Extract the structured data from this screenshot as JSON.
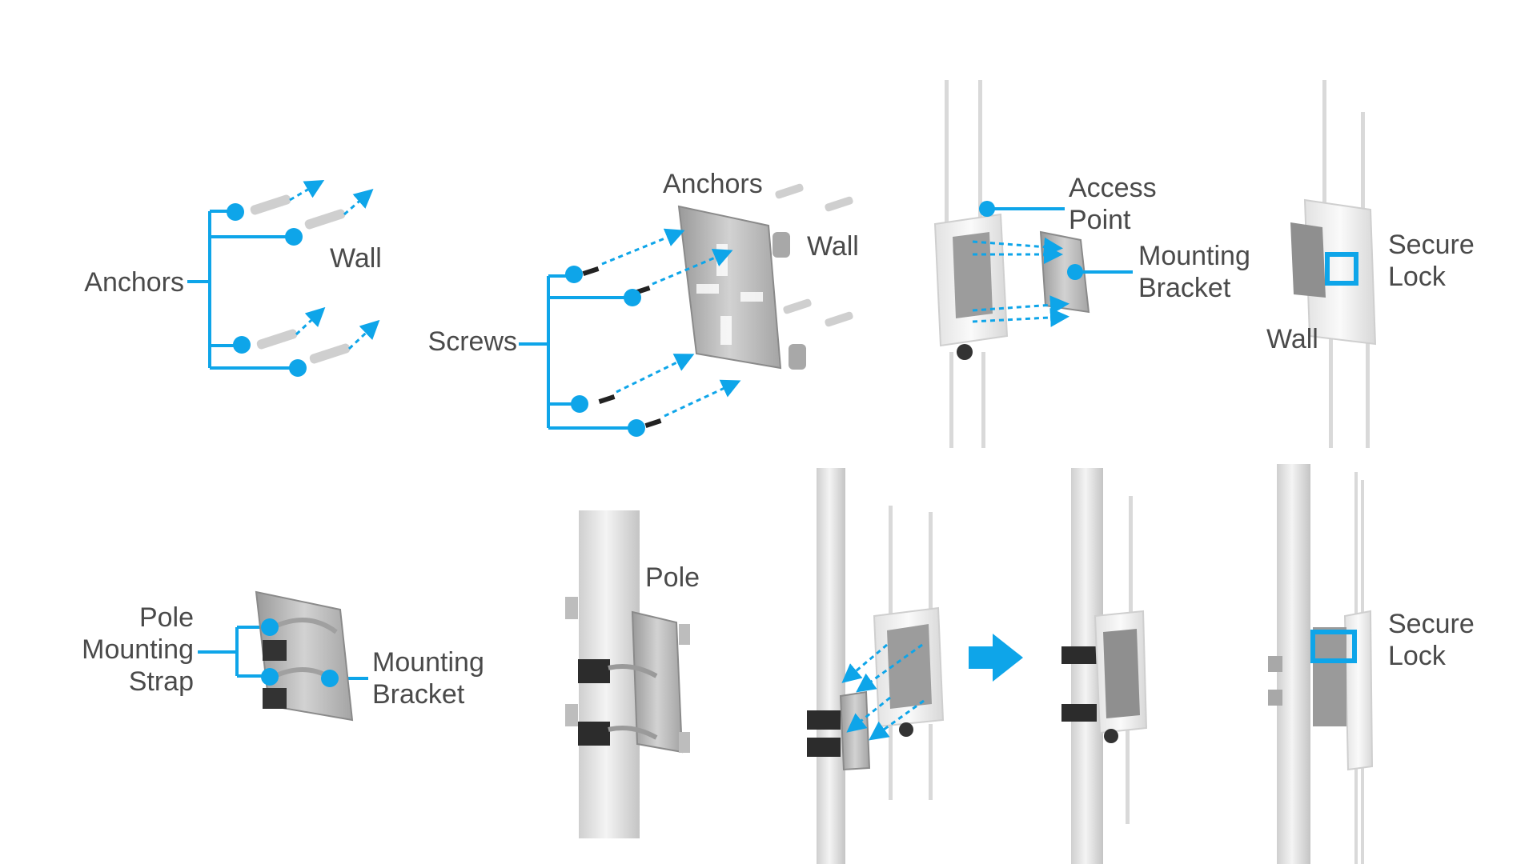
{
  "colors": {
    "accent": "#0ea5e9",
    "metal": "#b8b8b8",
    "metal_dark": "#8a8a8a",
    "device": "#f1f1f1",
    "label": "#4a4a4a"
  },
  "labels": {
    "anchors_left": "Anchors",
    "wall_1": "Wall",
    "anchors_top": "Anchors",
    "wall_2": "Wall",
    "screws": "Screws",
    "access_point_1": "Access",
    "access_point_2": "Point",
    "mounting_bracket_1": "Mounting",
    "mounting_bracket_2": "Bracket",
    "secure_lock_top_1": "Secure",
    "secure_lock_top_2": "Lock",
    "wall_3": "Wall",
    "pole_strap_1": "Pole",
    "pole_strap_2": "Mounting",
    "pole_strap_3": "Strap",
    "mounting_bracket_b1": "Mounting",
    "mounting_bracket_b2": "Bracket",
    "pole": "Pole",
    "secure_lock_bottom_1": "Secure",
    "secure_lock_bottom_2": "Lock"
  },
  "icons": [
    "anchor-icon",
    "screw-icon",
    "bracket-icon",
    "access-point-icon",
    "pole-icon",
    "strap-icon",
    "arrow-right-icon",
    "lock-highlight-icon"
  ]
}
